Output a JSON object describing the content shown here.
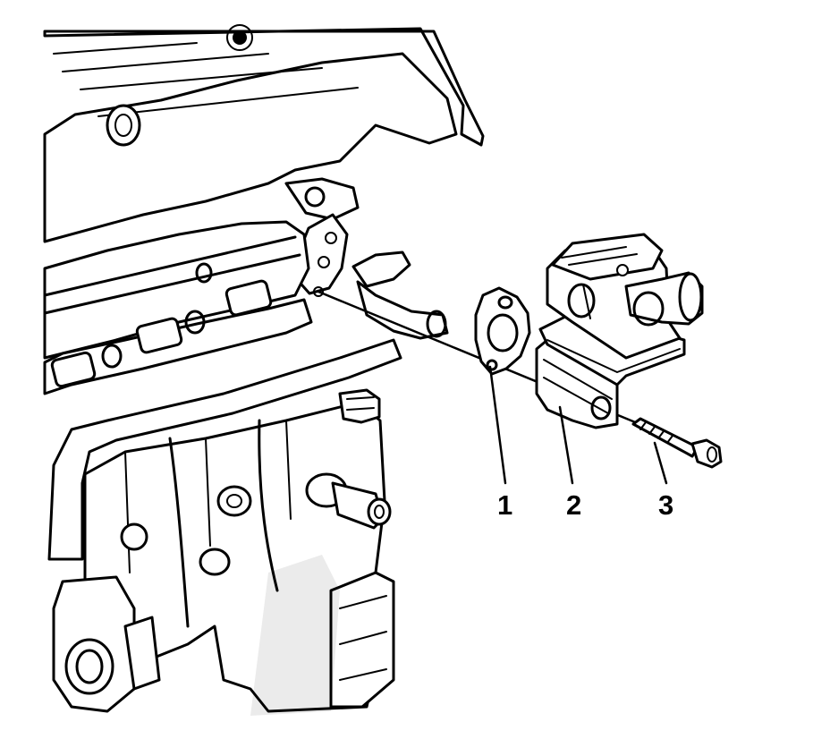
{
  "callouts": [
    {
      "id": "1",
      "label": "1",
      "part": "gasket"
    },
    {
      "id": "2",
      "label": "2",
      "part": "thermostat-housing"
    },
    {
      "id": "3",
      "label": "3",
      "part": "bolt"
    }
  ],
  "colors": {
    "line": "#000000",
    "background": "#ffffff"
  },
  "icons": [
    "engine-block",
    "gasket",
    "thermostat-housing",
    "bolt"
  ]
}
